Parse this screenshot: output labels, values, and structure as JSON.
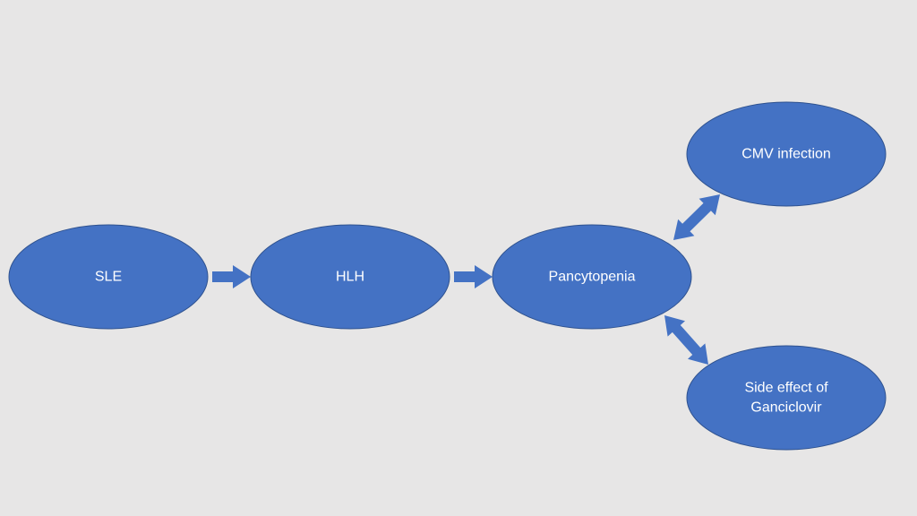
{
  "colors": {
    "node_fill": "#4472C4",
    "node_stroke": "#2F528F",
    "arrow": "#4472C4",
    "background": "#E7E6E6"
  },
  "nodes": [
    {
      "id": "sle",
      "lines": [
        "SLE"
      ]
    },
    {
      "id": "hlh",
      "lines": [
        "HLH"
      ]
    },
    {
      "id": "pancytopenia",
      "lines": [
        "Pancytopenia"
      ]
    },
    {
      "id": "cmv",
      "lines": [
        "CMV infection"
      ]
    },
    {
      "id": "ganciclovir",
      "lines": [
        "Side effect of",
        "Ganciclovir"
      ]
    }
  ],
  "edges": [
    {
      "from": "sle",
      "to": "hlh",
      "type": "directed"
    },
    {
      "from": "hlh",
      "to": "pancytopenia",
      "type": "directed"
    },
    {
      "from": "pancytopenia",
      "to": "cmv",
      "type": "bidirectional"
    },
    {
      "from": "pancytopenia",
      "to": "ganciclovir",
      "type": "bidirectional"
    }
  ]
}
